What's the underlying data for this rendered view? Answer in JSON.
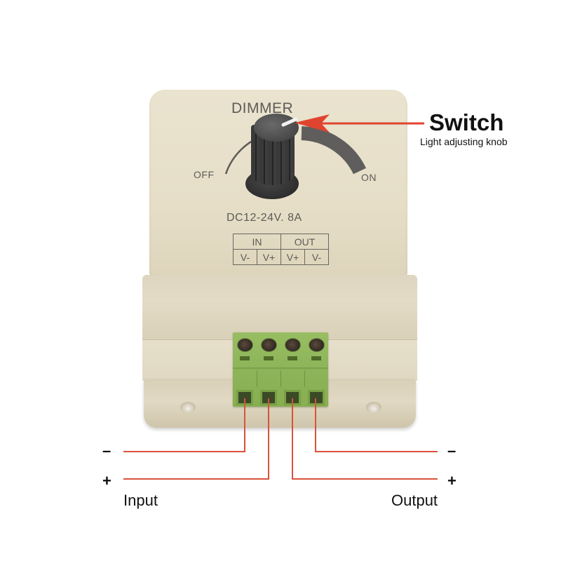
{
  "device": {
    "panel_title": "DIMMER",
    "dial_min_label": "OFF",
    "dial_max_label": "ON",
    "rating": "DC12-24V. 8A",
    "terminal_table": {
      "groups": [
        "IN",
        "OUT"
      ],
      "pins": [
        "V-",
        "V+",
        "V+",
        "V-"
      ]
    },
    "terminal_count": 4,
    "colors": {
      "housing": "#e6dec7",
      "knob": "#3a3939",
      "terminal_block": "#8fb55a",
      "wire": "#d8523a",
      "arrow": "#e0442f"
    }
  },
  "annotation": {
    "title": "Switch",
    "subtitle": "Light adjusting knob"
  },
  "wiring": {
    "input": {
      "label": "Input",
      "minus": "–",
      "plus": "+"
    },
    "output": {
      "label": "Output",
      "minus": "–",
      "plus": "+"
    }
  }
}
